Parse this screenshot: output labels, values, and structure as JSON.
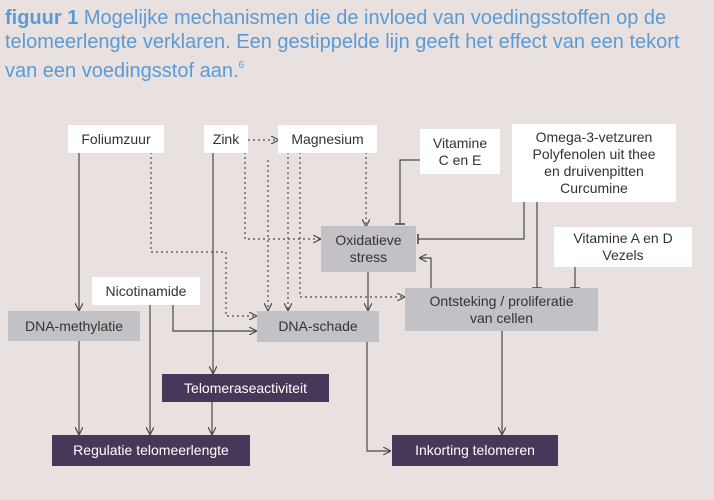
{
  "caption": {
    "label": "figuur 1",
    "text": " Mogelijke mechanismen die de invloed van voedingsstoffen op de telomeerlengte verklaren. Een gestippelde lijn geeft het effect van een tekort van een voedingsstof aan.",
    "ref": "6"
  },
  "nodes": {
    "foliumzuur": "Foliumzuur",
    "zink": "Zink",
    "magnesium": "Magnesium",
    "vitamine_ce": "Vitamine\nC en E",
    "omega3": "Omega-3-vetzuren\nPolyfenolen uit thee\nen druivenpitten\nCurcumine",
    "vitamine_ad": "Vitamine A en D\nVezels",
    "oxidatieve_stress": "Oxidatieve\nstress",
    "nicotinamide": "Nicotinamide",
    "ontsteking": "Ontsteking / proliferatie\nvan cellen",
    "dna_methylatie": "DNA-methylatie",
    "dna_schade": "DNA-schade",
    "telomerase": "Telomeraseactiviteit",
    "regulatie": "Regulatie telomeerlengte",
    "inkorting": "Inkorting telomeren"
  },
  "colors": {
    "background": "#e9e1df",
    "caption": "#5b9bd5",
    "white_box": "#ffffff",
    "grey_box": "#c2c1c5",
    "dark_box": "#473859",
    "line": "#4a4a4a"
  }
}
